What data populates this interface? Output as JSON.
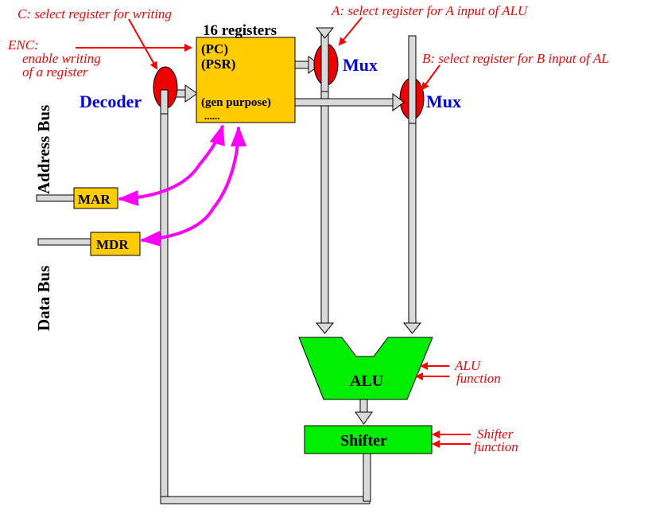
{
  "colors": {
    "register_fill": "#ffcc00",
    "alu_fill": "#00ee00",
    "mux_fill": "#ee0000",
    "bus_fill": "#d9d9d9",
    "annotation": "#ff0000",
    "label_blue": "#0000ee",
    "transfer_arrow": "#ff00ff"
  },
  "annotations": {
    "c_select": "C: select register for writing",
    "enc_line1": "ENC:",
    "enc_line2": "enable writing",
    "enc_line3": "of a register",
    "a_select": "A: select register for A input of ALU",
    "b_select": "B: select register for B input of AL",
    "alu_function_line1": "ALU",
    "alu_function_line2": "function",
    "shifter_function_line1": "Shifter",
    "shifter_function_line2": "function"
  },
  "register_file": {
    "title": "16 registers",
    "pc": "(PC)",
    "psr": "(PSR)",
    "gen": "(gen purpose)",
    "dots": "......"
  },
  "labels": {
    "decoder": "Decoder",
    "mux_a": "Mux",
    "mux_b": "Mux",
    "address_bus": "Address Bus",
    "data_bus": "Data Bus",
    "mar": "MAR",
    "mdr": "MDR",
    "alu": "ALU",
    "shifter": "Shifter"
  }
}
